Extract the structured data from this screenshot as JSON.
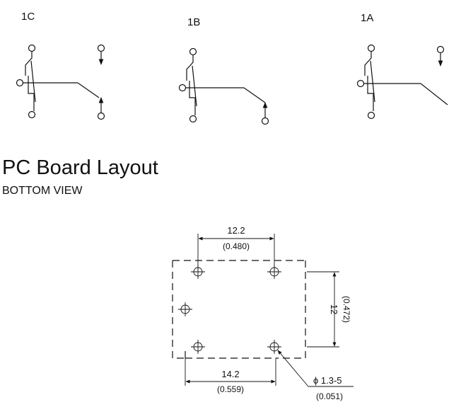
{
  "contacts": [
    {
      "label": "1C"
    },
    {
      "label": "1B"
    },
    {
      "label": "1A"
    }
  ],
  "layout": {
    "title": "PC Board Layout",
    "subtitle": "BOTTOM VIEW"
  },
  "dimensions": {
    "top_width": {
      "mm": "12.2",
      "in": "(0.480)"
    },
    "height": {
      "mm": "12",
      "in": "(0.472)"
    },
    "bottom_width": {
      "mm": "14.2",
      "in": "(0.559)"
    },
    "hole": {
      "mm": "ϕ 1.3-5",
      "in": "(0.051)"
    }
  }
}
